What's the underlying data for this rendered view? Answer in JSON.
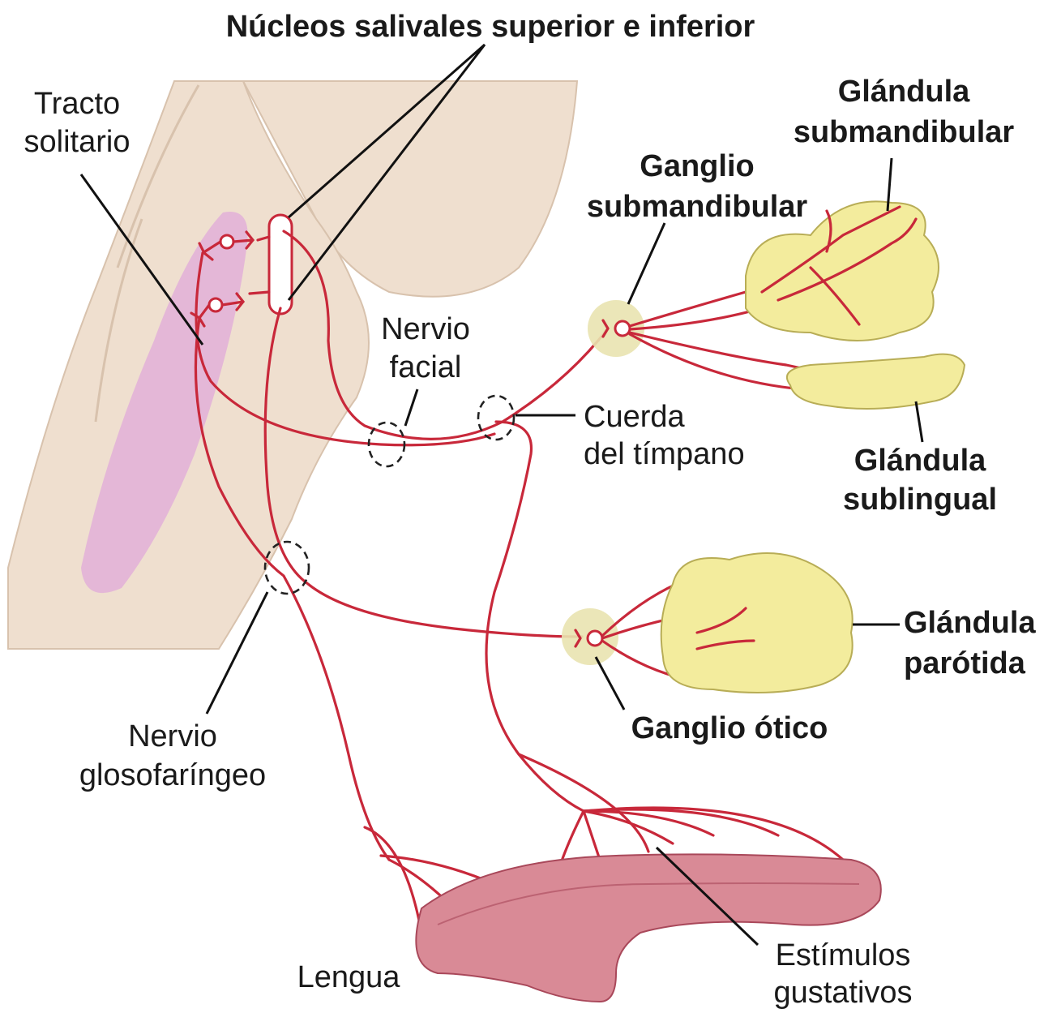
{
  "colors": {
    "brainstem": "#efdfcf",
    "brainstem_edge": "#d8c2ad",
    "nucleus_region": "#e2b0d8",
    "nerve": "#c8283a",
    "gland_fill": "#f3ec9d",
    "gland_edge": "#b8ad56",
    "ganglion_fill": "#e9e3b0",
    "tongue_fill": "#d98a96",
    "tongue_edge": "#a9485a",
    "leader": "#111111"
  },
  "labels": {
    "nucleos_salivales": "Núcleos salivales superior e inferior",
    "tracto_solitario_1": "Tracto",
    "tracto_solitario_2": "solitario",
    "glandula_submandibular_1": "Glándula",
    "glandula_submandibular_2": "submandibular",
    "ganglio_submandibular_1": "Ganglio",
    "ganglio_submandibular_2": "submandibular",
    "nervio_facial_1": "Nervio",
    "nervio_facial_2": "facial",
    "cuerda_timpano_1": "Cuerda",
    "cuerda_timpano_2": "del tímpano",
    "glandula_sublingual_1": "Glándula",
    "glandula_sublingual_2": "sublingual",
    "glandula_parotida_1": "Glándula",
    "glandula_parotida_2": "parótida",
    "ganglio_otico": "Ganglio ótico",
    "nervio_glosofaringeo_1": "Nervio",
    "nervio_glosofaringeo_2": "glosofaríngeo",
    "lengua": "Lengua",
    "estimulos_gustativos_1": "Estímulos",
    "estimulos_gustativos_2": "gustativos"
  }
}
